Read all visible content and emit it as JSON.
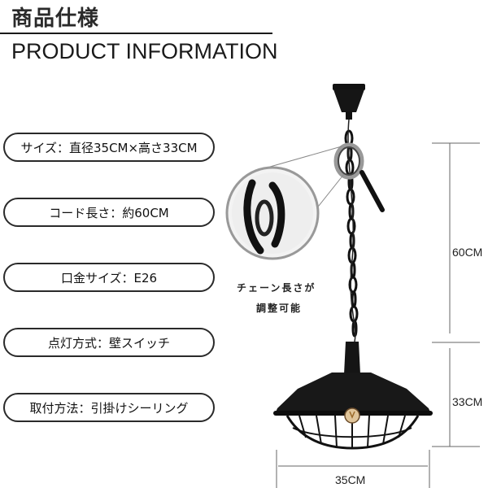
{
  "header": {
    "title_ja": "商品仕様",
    "title_en": "PRODUCT INFORMATION"
  },
  "specs": [
    {
      "text": "サイズ：直径35CM×高さ33CM"
    },
    {
      "text": "コード長さ：約60CM"
    },
    {
      "text": "口金サイズ：E26"
    },
    {
      "text": "点灯方式：壁スイッチ"
    },
    {
      "text": "取付方法：引掛けシーリング"
    }
  ],
  "product": {
    "caption_line1": "チェーン長さが",
    "caption_line2": "調整可能",
    "dim_chain": "60CM",
    "dim_shade_height": "33CM",
    "dim_diameter": "35CM"
  }
}
